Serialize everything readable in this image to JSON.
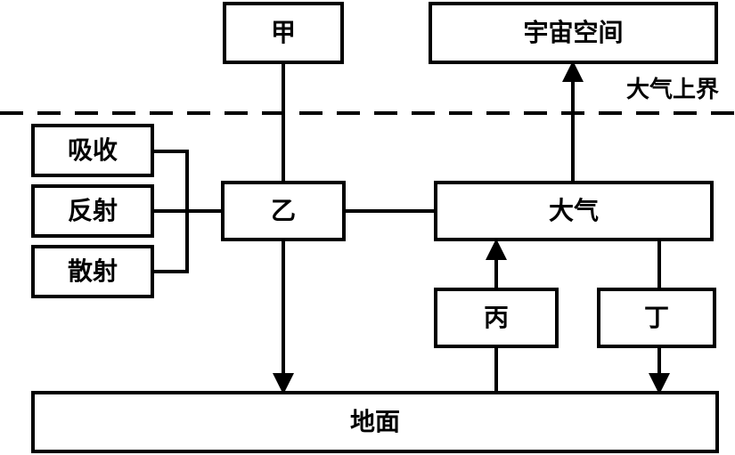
{
  "boxes": {
    "jia": "甲",
    "yi": "乙",
    "bing": "丙",
    "ding": "丁",
    "atmosphere": "大气",
    "space": "宇宙空间",
    "ground": "地面",
    "absorption": "吸收",
    "reflection": "反射",
    "scattering": "散射"
  },
  "boundary": {
    "label": "大气上界",
    "style": "dashed"
  }
}
